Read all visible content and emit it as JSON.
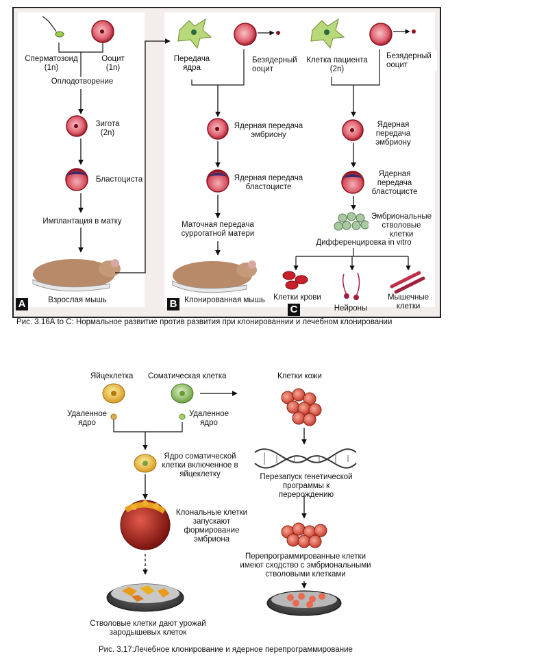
{
  "fig1": {
    "panelA": {
      "tag": "A",
      "sperm": "Сперматозоид",
      "sperm_ploidy": "(1n)",
      "oocyte": "Ооцит",
      "oocyte_ploidy": "(1n)",
      "fertilization": "Оплодотворение",
      "zygote": "Зигота",
      "zygote_ploidy": "(2n)",
      "blastocyst": "Бластоциста",
      "implantation": "Имплантация в матку",
      "adult_mouse": "Взрослая мышь"
    },
    "panelB": {
      "tag": "B",
      "nuclear_transfer_l1": "Передача",
      "nuclear_transfer_l2": "ядра",
      "enucleated_l1": "Безядерный",
      "enucleated_l2": "ооцит",
      "embryo_transfer_l1": "Ядерная передача",
      "embryo_transfer_l2": "эмбриону",
      "blast_transfer_l1": "Ядерная передача",
      "blast_transfer_l2": "бластоцисте",
      "surrogate_l1": "Маточная передача",
      "surrogate_l2": "суррогатной матери",
      "cloned_mouse": "Клонированная мышь"
    },
    "panelC": {
      "tag": "C",
      "patient_cell_l1": "Клетка пациента",
      "patient_cell_l2": "(2n)",
      "enucleated_l1": "Безядерный",
      "enucleated_l2": "ооцит",
      "embryo_l1": "Ядерная",
      "embryo_l2": "передача",
      "embryo_l3": "эмбриону",
      "blast_l1": "Ядерная",
      "blast_l2": "передача",
      "blast_l3": "бластоцисте",
      "esc_l1": "Эмбриональные",
      "esc_l2": "стволовые",
      "esc_l3": "клетки",
      "differentiation": "Дифференцировка in vitro",
      "blood_cells": "Клетки крови",
      "neurons": "Нейроны",
      "muscle_l1": "Мышечные",
      "muscle_l2": "клетки"
    },
    "caption": "Рис. 3.16А to С: Нормальное развитие против развития при клонированнии и лечебном клонировании"
  },
  "fig2": {
    "egg": "Яйцеклетка",
    "somatic": "Соматическая клетка",
    "removed1_l1": "Удаленное",
    "removed1_l2": "ядро",
    "removed2_l1": "Удаленное",
    "removed2_l2": "ядро",
    "inserted_l1": "Ядро соматической",
    "inserted_l2": "клетки включенное в",
    "inserted_l3": "яйцеклетку",
    "clonal_l1": "Клональные клетки",
    "clonal_l2": "запускают",
    "clonal_l3": "формирование",
    "clonal_l4": "эмбриона",
    "harvest_l1": "Стволовые клетки дают урожай",
    "harvest_l2": "зародышевых клеток",
    "skin": "Клетки кожи",
    "restart_l1": "Перезапуск генетической",
    "restart_l2": "программы к перерождению",
    "reprog_l1": "Перепрограммированные клетки",
    "reprog_l2": "имеют сходство с эмбриональными",
    "reprog_l3": "стволовыми клетками",
    "caption": "Рис. 3.17:Лечебное клонирование и ядерное перепрограммирование"
  },
  "colors": {
    "cell_pink": "#e8606a",
    "cell_dark": "#8b1420",
    "egg_yellow": "#e8c23a",
    "somatic_green": "#8fc26a",
    "fibroblast": "#b8d87a"
  }
}
